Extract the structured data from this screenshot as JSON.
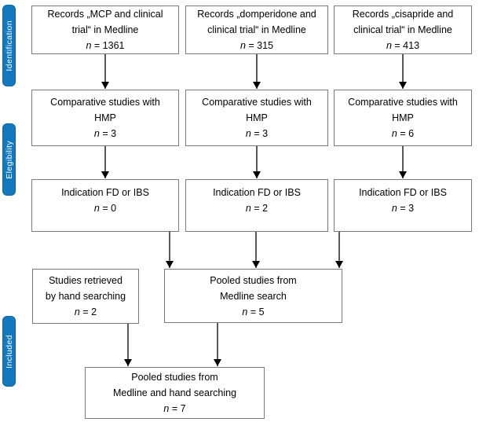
{
  "stages": [
    {
      "label": "Identification"
    },
    {
      "label": "Elegibility"
    },
    {
      "label": "Included"
    }
  ],
  "boxes": {
    "records_mcp": {
      "line1": "Records „MCP and clinical",
      "line2": "trial“ in Medline",
      "n": "n",
      "count": " = 1361"
    },
    "records_domperidone": {
      "line1": "Records „domperidone and",
      "line2": "clinical trial“ in Medline",
      "n": "n",
      "count": " = 315"
    },
    "records_cisapride": {
      "line1": "Records „cisapride and",
      "line2": "clinical trial“ in Medline",
      "n": "n",
      "count": " = 413"
    },
    "comparative_mcp": {
      "line1": "Comparative studies with",
      "line2": "HMP",
      "n": "n",
      "count": " = 3"
    },
    "comparative_domperidone": {
      "line1": "Comparative studies with",
      "line2": "HMP",
      "n": "n",
      "count": " = 3"
    },
    "comparative_cisapride": {
      "line1": "Comparative studies with",
      "line2": "HMP",
      "n": "n",
      "count": " = 6"
    },
    "indication_mcp": {
      "line1": "Indication FD or IBS",
      "n": "n",
      "count": " = 0"
    },
    "indication_domperidone": {
      "line1": "Indication FD or IBS",
      "n": "n",
      "count": " = 2"
    },
    "indication_cisapride": {
      "line1": "Indication FD or IBS",
      "n": "n",
      "count": " = 3"
    },
    "hand_search": {
      "line1": "Studies retrieved",
      "line2": "by hand searching",
      "n": "n",
      "count": " = 2"
    },
    "pooled_medline": {
      "line1": "Pooled studies from",
      "line2": "Medline search",
      "n": "n",
      "count": " = 5"
    },
    "pooled_all": {
      "line1": "Pooled studies from",
      "line2": "Medline and hand searching",
      "n": "n",
      "count": " = 7"
    }
  },
  "colors": {
    "stage_fill": "#1378be",
    "stage_text": "#ffffff",
    "box_border": "#7b7b7b",
    "arrow": "#000000",
    "text": "#000000"
  }
}
